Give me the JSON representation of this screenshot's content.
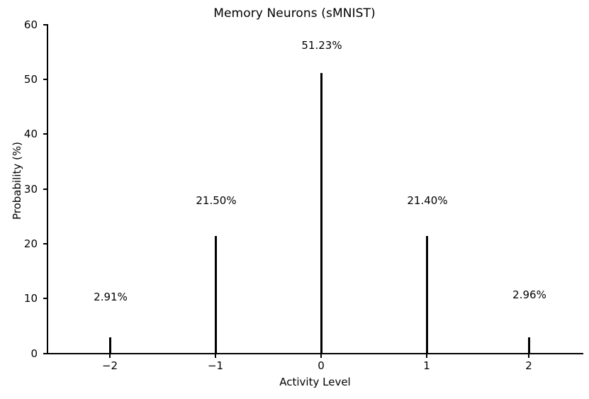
{
  "chart_data": {
    "type": "bar",
    "title": "Memory Neurons (sMNIST)",
    "xlabel": "Activity Level",
    "ylabel": "Probability (%)",
    "categories": [
      "−2",
      "−1",
      "0",
      "1",
      "2"
    ],
    "x": [
      -2,
      -1,
      0,
      1,
      2
    ],
    "values": [
      2.91,
      21.5,
      51.23,
      21.4,
      2.96
    ],
    "data_labels": [
      "2.91%",
      "21.50%",
      "51.23%",
      "21.40%",
      "2.96%"
    ],
    "xlim": [
      -2.6,
      2.6
    ],
    "ylim": [
      0,
      62
    ],
    "ytick_labels": [
      "0",
      "10",
      "20",
      "30",
      "40",
      "50",
      "60"
    ],
    "yticks": [
      0,
      10,
      20,
      30,
      40,
      50,
      60
    ],
    "xtick_labels": [
      "−2",
      "−1",
      "0",
      "1",
      "2"
    ],
    "grid": false,
    "legend": null,
    "series_color": "#000000",
    "text_color": "#000000",
    "background_color": "#ffffff"
  }
}
